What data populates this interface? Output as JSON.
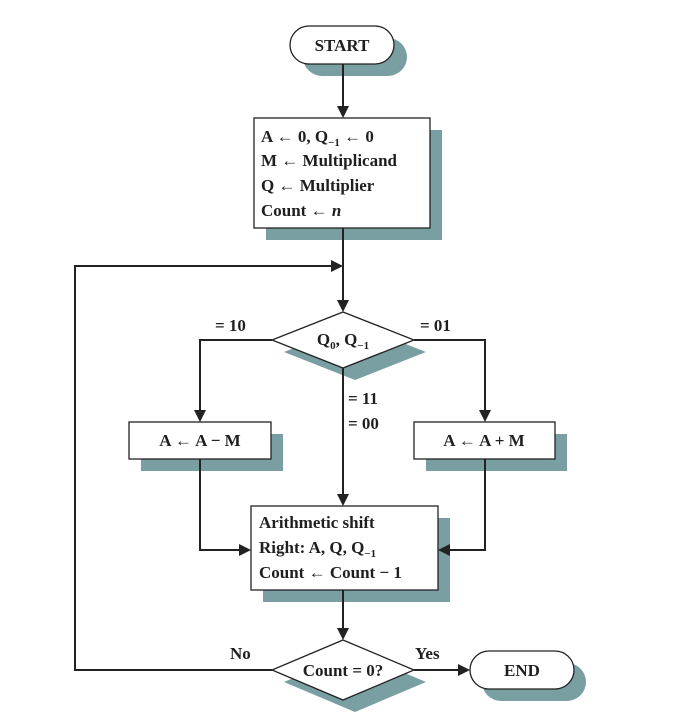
{
  "colors": {
    "shadow": "#7a9fa3",
    "stroke": "#222222",
    "fill": "#ffffff"
  },
  "nodes": {
    "start": {
      "label": "START"
    },
    "init": {
      "line1": "A ← 0, Q",
      "line1_sub": "−1",
      "line1_tail": " ← 0",
      "line2": "M ← Multiplicand",
      "line3": "Q ← Multiplier",
      "line4_prefix": "Count ← ",
      "line4_var": "n"
    },
    "decision_q": {
      "prefix": "Q",
      "sub0": "0",
      "middle": ", Q",
      "sub1": "−1"
    },
    "subtract": {
      "label": "A ← A − M"
    },
    "add": {
      "label": "A ← A + M"
    },
    "shift": {
      "line1": "Arithmetic shift",
      "line2_prefix": "Right: A, Q, Q",
      "line2_sub": "−1",
      "line3": "Count ← Count − 1"
    },
    "decision_count": {
      "label": "Count = 0?"
    },
    "end": {
      "label": "END"
    }
  },
  "edges": {
    "left_branch": "= 10",
    "right_branch": "= 01",
    "middle_branch_1": "= 11",
    "middle_branch_2": "= 00",
    "no": "No",
    "yes": "Yes"
  }
}
